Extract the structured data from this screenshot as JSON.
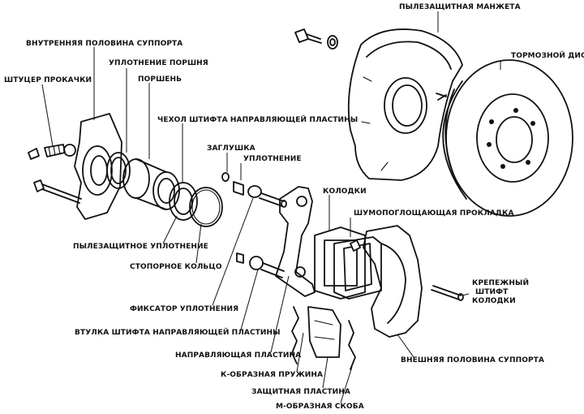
{
  "labels": {
    "inner_caliper": "ВНУТРЕННЯЯ ПОЛОВИНА СУППОРТА",
    "bleeder": "ШТУЦЕР ПРОКАЧКИ",
    "piston_seal": "УПЛОТНЕНИЕ ПОРШНЯ",
    "piston": "ПОРШЕНЬ",
    "guide_pin_boot": "ЧЕХОЛ ШТИФТА НАПРАВЛЯЮЩЕЙ ПЛАСТИНЫ",
    "plug": "ЗАГЛУШКА",
    "seal": "УПЛОТНЕНИЕ",
    "dust_shield": "ПЫЛЕЗАЩИТНАЯ МАНЖЕТА",
    "brake_disc": "ТОРМОЗНОЙ ДИСК",
    "pads": "КОЛОДКИ",
    "anti_squeal_shim": "ШУМОПОГЛОЩАЮЩАЯ ПРОКЛАДКА",
    "dust_seal": "ПЫЛЕЗАЩИТНОЕ УПЛОТНЕНИЕ",
    "retaining_ring": "СТОПОРНОЕ КОЛЬЦО",
    "seal_retainer": "ФИКСАТОР УПЛОТНЕНИЯ",
    "guide_pin_bushing": "ВТУЛКА ШТИФТА НАПРАВЛЯЮЩЕЙ ПЛАСТИНЫ",
    "guide_plate": "НАПРАВЛЯЮЩАЯ ПЛАСТИНА",
    "k_spring": "К-ОБРАЗНАЯ ПРУЖИНА",
    "protective_plate": "ЗАЩИТНАЯ ПЛАСТИНА",
    "m_clip": "М-ОБРАЗНАЯ СКОБА",
    "outer_caliper": "ВНЕШНЯЯ ПОЛОВИНА СУППОРТА",
    "pad_pin_line1": "КРЕПЕЖНЫЙ",
    "pad_pin_line2": "ШТИФТ",
    "pad_pin_line3": "КОЛОДКИ"
  }
}
